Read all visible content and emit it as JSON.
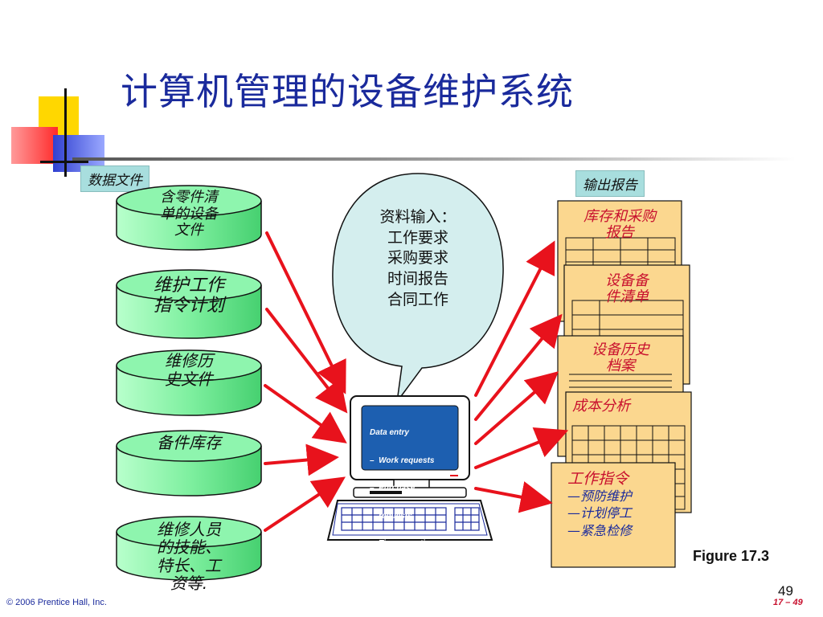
{
  "slide": {
    "title": "计算机管理的设备维护系统",
    "figure_label": "Figure 17.3",
    "page_number": "49",
    "copyright": "© 2006 Prentice Hall, Inc.",
    "page_ref": "17 – 49"
  },
  "data_files": {
    "tag": "数据文件",
    "items": [
      {
        "lines": [
          "含零件清",
          "单的设备",
          "文件"
        ]
      },
      {
        "lines": [
          "维护工作",
          "指令计划"
        ]
      },
      {
        "lines": [
          "维修历",
          "史文件"
        ]
      },
      {
        "lines": [
          "备件库存"
        ]
      },
      {
        "lines": [
          "维修人员",
          "的技能、",
          "特长、工",
          "资等."
        ]
      }
    ]
  },
  "input_bubble": {
    "lines": [
      "资料输入：",
      "工作要求",
      "采购要求",
      "时间报告",
      "合同工作"
    ]
  },
  "computer_screen": {
    "lines": [
      "Data entry",
      "–  Work requests",
      "–  Purchase",
      "    requests",
      "–  Time reporting",
      "–  Contract work"
    ]
  },
  "output_reports": {
    "tag": "输出报告",
    "items": [
      {
        "lines": [
          "库存和采购",
          "报告"
        ]
      },
      {
        "lines": [
          "设备备",
          "件清单"
        ]
      },
      {
        "lines": [
          "设备历史",
          "档案"
        ]
      },
      {
        "lines": [
          "成本分析"
        ]
      },
      {
        "lines": [
          "工作指令"
        ],
        "sub_lines": [
          "—预防维护",
          "—计划停工",
          "—紧急检修"
        ]
      }
    ]
  },
  "colors": {
    "title": "#1a2a9c",
    "cylinder": "#7ff0a0",
    "arrow": "#e8121c",
    "paper": "#fbd78f",
    "bubble": "#d4eeee",
    "screen": "#1d5fb0",
    "report_title": "#c8102e"
  }
}
